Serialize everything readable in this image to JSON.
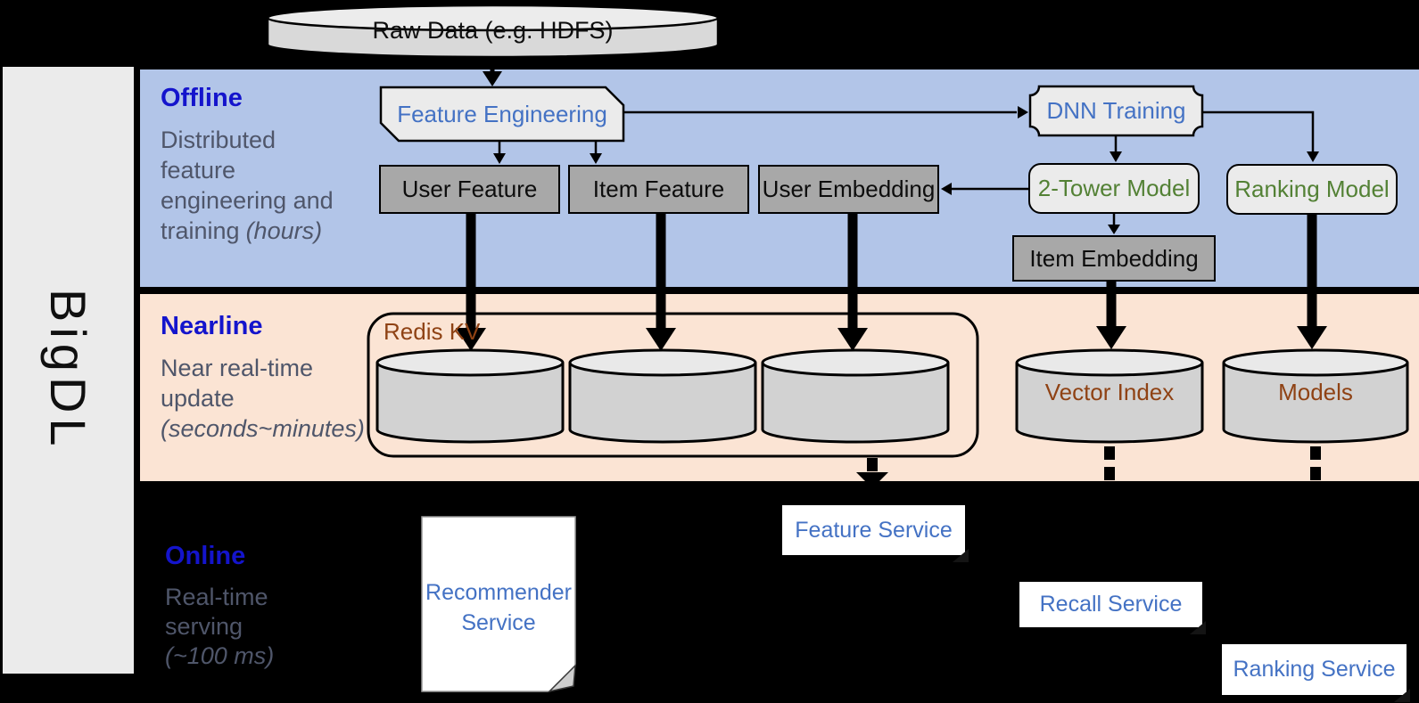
{
  "brand": {
    "label": "BigDL"
  },
  "raw_data": {
    "label": "Raw Data (e.g. HDFS)"
  },
  "sections": {
    "offline": {
      "title": "Offline",
      "line1": "Distributed",
      "line2": "feature",
      "line3": "engineering and",
      "line4": "training",
      "line4_italic": "(hours)"
    },
    "nearline": {
      "title": "Nearline",
      "line1": "Near real-time",
      "line2": "update",
      "line3_italic": "(seconds~minutes)"
    },
    "online": {
      "title": "Online",
      "line1": "Real-time",
      "line2": "serving",
      "line3_italic": "(~100 ms)"
    }
  },
  "nodes": {
    "feature_engineering": "Feature Engineering",
    "dnn_training": "DNN Training",
    "user_feature": "User Feature",
    "item_feature": "Item Feature",
    "user_embedding": "User Embedding",
    "two_tower_model": "2-Tower Model",
    "ranking_model": "Ranking Model",
    "item_embedding": "Item Embedding",
    "redis_kv": "Redis KV",
    "vector_index": "Vector Index",
    "models": "Models",
    "recommender_service_line1": "Recommender",
    "recommender_service_line2": "Service",
    "feature_service": "Feature Service",
    "recall_service": "Recall Service",
    "ranking_service": "Ranking Service"
  },
  "colors": {
    "background": "#000000",
    "band_offline": "#b2c5e8",
    "band_nearline": "#fbe4d4",
    "sidebar": "#ebebeb",
    "section_title_blue": "#1414cc",
    "description_gray": "#4f566a",
    "node_text_blue": "#4472c4",
    "node_text_green": "#538135",
    "node_text_brown": "#8f4214",
    "node_gray_fill": "#a8a8a8",
    "node_light_fill": "#ebebeb",
    "cylinder_fill": "#d2d2d2"
  }
}
